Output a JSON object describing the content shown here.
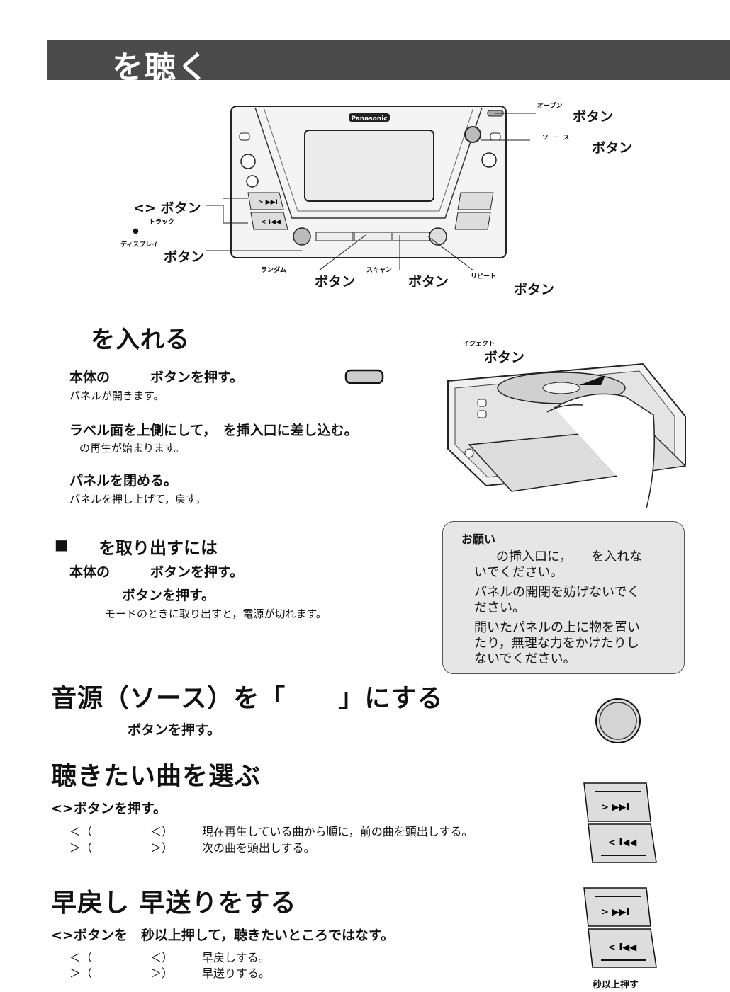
{
  "header": {
    "title": "を聴く"
  },
  "diagram": {
    "brand": "Panasonic",
    "open_small": "オープン",
    "open_button": "ボタン",
    "source_small": "ソース",
    "source_button": "ボタン",
    "track_button": "<> ボタン",
    "track_small": "トラック",
    "display_dot": "●",
    "display_small": "ディスプレイ",
    "display_button": "ボタン",
    "random_small": "ランダム",
    "random_button": "ボタン",
    "scan_small": "スキャン",
    "scan_button": "ボタン",
    "repeat_small": "リピート",
    "repeat_button": "ボタン",
    "next_label": "> ▶▶I",
    "prev_label": "< I◀◀"
  },
  "insert": {
    "heading": "を入れる",
    "step1": "本体の　　　ボタンを押す。",
    "step1_note": "パネルが開きます。",
    "step2": "ラベル面を上側にして，　を挿入口に差し込む。",
    "step2_note": "の再生が始まります。",
    "step3": "パネルを閉める。",
    "step3_note": "パネルを押し上げて，戻す。",
    "eject_small": "イジェクト",
    "eject_button": "ボタン"
  },
  "remove": {
    "bullet": "■",
    "heading": "を取り出すには",
    "step1": "本体の　　　ボタンを押す。",
    "step2": "ボタンを押す。",
    "note": "モードのときに取り出すと，電源が切れます。"
  },
  "caution": {
    "title": "お願い",
    "line1": "の挿入口に，　　を入れな",
    "line2": "いでください。",
    "line3": "パネルの開閉を妨げないでく",
    "line4": "ださい。",
    "line5": "開いたパネルの上に物を置い",
    "line6": "たり，無理な力をかけたりし",
    "line7": "ないでください。"
  },
  "source": {
    "heading": "音源（ソース）を「　　」にする",
    "step": "ボタンを押す。"
  },
  "select": {
    "heading": "聴きたい曲を選ぶ",
    "step": "<>ボタンを押す。",
    "rows": [
      {
        "a": "＜（",
        "b": "＜）",
        "desc": "現在再生している曲から順に，前の曲を頭出しする。"
      },
      {
        "a": "＞（",
        "b": "＞）",
        "desc": "次の曲を頭出しする。"
      }
    ]
  },
  "ffrew": {
    "heading": "早戻し 早送りをする",
    "step": "<>ボタンを　秒以上押して，聴きたいところではなす。",
    "rows": [
      {
        "a": "＜（",
        "b": "＜）",
        "desc": "早戻しする。"
      },
      {
        "a": "＞（",
        "b": "＞）",
        "desc": "早送りする。"
      }
    ],
    "hold_caption": "秒以上押す"
  }
}
